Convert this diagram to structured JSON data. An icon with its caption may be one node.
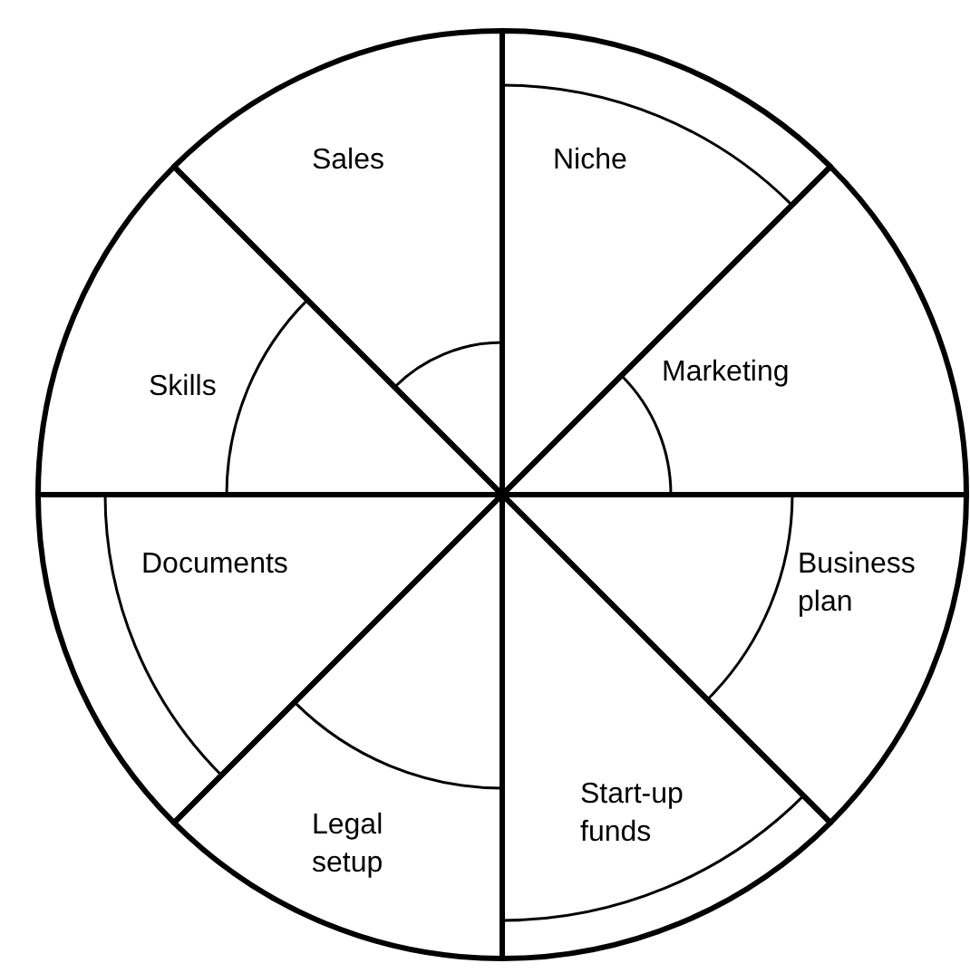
{
  "diagram": {
    "nodes": [
      {
        "text": [
          "Sales"
        ]
      },
      {
        "text": [
          "Niche"
        ]
      },
      {
        "text": [
          "Skills"
        ]
      },
      {
        "text": [
          "Marketing"
        ]
      },
      {
        "text": [
          "Documents"
        ]
      },
      {
        "text": [
          "Business plan"
        ]
      },
      {
        "text": [
          "Legal setup"
        ]
      },
      {
        "text": [
          "Start-up funds"
        ]
      }
    ]
  }
}
